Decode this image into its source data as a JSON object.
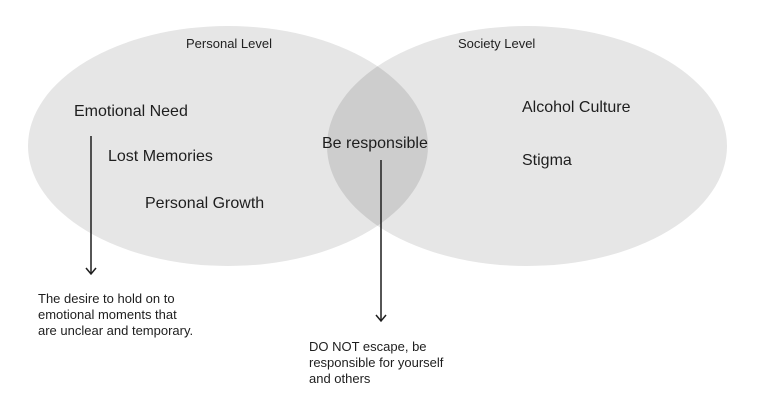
{
  "venn": {
    "left_title": "Personal Level",
    "right_title": "Society Level",
    "left_items": [
      "Emotional Need",
      "Lost Memories",
      "Personal Growth"
    ],
    "right_items": [
      "Alcohol Culture",
      "Stigma"
    ],
    "overlap_label": "Be responsible",
    "left_note": [
      "The desire to hold on to",
      "emotional moments that",
      "are unclear and temporary."
    ],
    "overlap_note": [
      "DO NOT escape, be",
      "responsible for yourself",
      "and others"
    ]
  },
  "colors": {
    "circle_fill": "#e6e6e6",
    "overlap_fill": "#cdcdcd",
    "text": "#1e1e1e"
  }
}
